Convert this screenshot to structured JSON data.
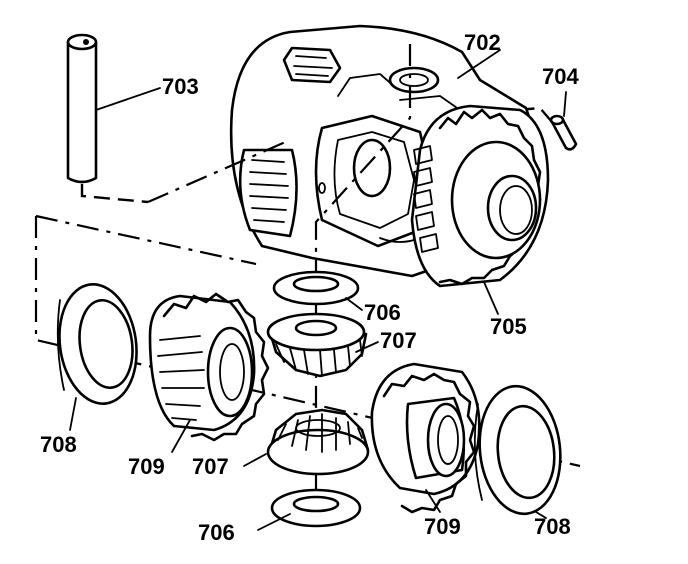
{
  "callouts": {
    "c702": "702",
    "c703": "703",
    "c704": "704",
    "c705": "705",
    "c706_top": "706",
    "c707_top": "707",
    "c708_left": "708",
    "c709_left": "709",
    "c707_bottom": "707",
    "c706_bottom": "706",
    "c709_right": "709",
    "c708_right": "708"
  }
}
